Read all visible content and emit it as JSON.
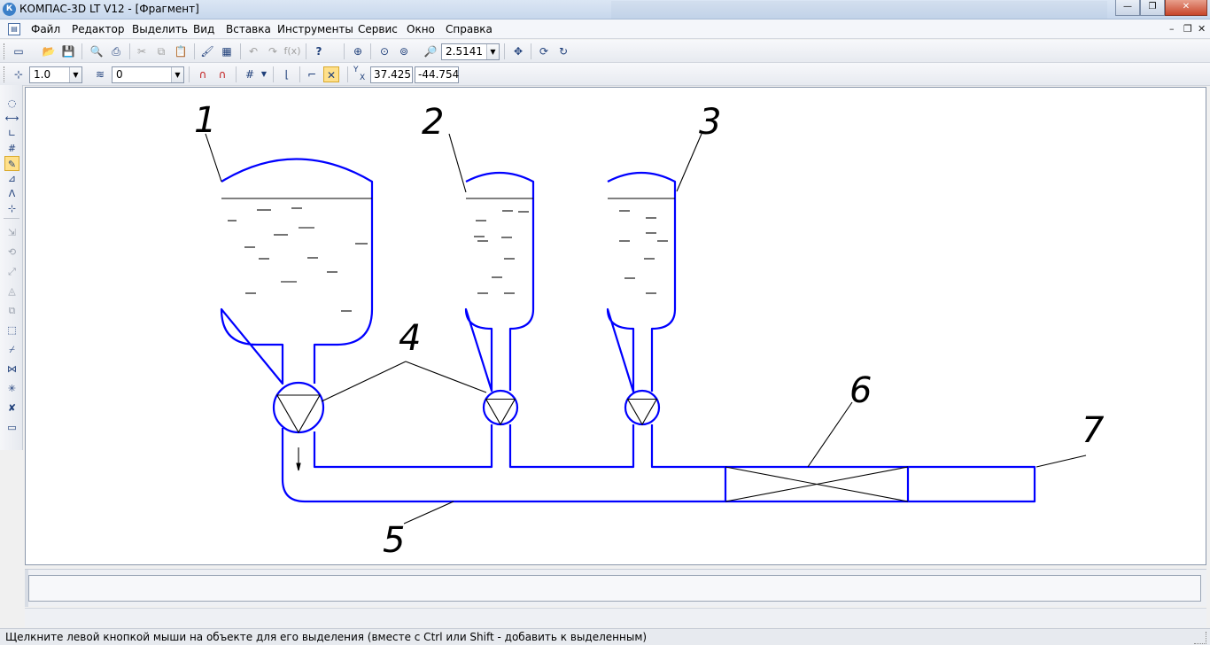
{
  "window": {
    "title": "КОМПАС-3D LT V12 - [Фрагмент]",
    "app_icon_glyph": "К",
    "minimize_glyph": "—",
    "restore_glyph": "❐",
    "close_glyph": "✕",
    "mdi_minimize_glyph": "–",
    "mdi_restore_glyph": "❐",
    "mdi_close_glyph": "✕"
  },
  "menu": {
    "doc_icon_glyph": "▤",
    "items": [
      "Файл",
      "Редактор",
      "Выделить",
      "Вид",
      "Вставка",
      "Инструменты",
      "Сервис",
      "Окно",
      "Справка"
    ]
  },
  "toolbar_standard": {
    "icons": [
      {
        "name": "new-document-icon",
        "glyph": "▭"
      },
      {
        "name": "open-icon",
        "glyph": "📂"
      },
      {
        "name": "save-icon",
        "glyph": "💾"
      },
      {
        "name": "print-preview-icon",
        "glyph": "🔍"
      },
      {
        "name": "print-icon",
        "glyph": "⎙"
      },
      {
        "name": "cut-icon",
        "glyph": "✂"
      },
      {
        "name": "copy-icon",
        "glyph": "⧉"
      },
      {
        "name": "paste-icon",
        "glyph": "📋"
      },
      {
        "name": "format-painter-icon",
        "glyph": "🖌"
      },
      {
        "name": "properties-icon",
        "glyph": "▦"
      },
      {
        "name": "undo-icon",
        "glyph": "↶"
      },
      {
        "name": "redo-icon",
        "glyph": "↷"
      },
      {
        "name": "formula-icon",
        "glyph": "f(x)"
      },
      {
        "name": "help-pointer-icon",
        "glyph": "?"
      },
      {
        "name": "zoom-window-icon",
        "glyph": "⊕"
      },
      {
        "name": "zoom-all-icon",
        "glyph": "⊙"
      },
      {
        "name": "zoom-fit-icon",
        "glyph": "⊚"
      },
      {
        "name": "zoom-in-icon",
        "glyph": "🔎"
      },
      {
        "name": "pan-icon",
        "glyph": "✥"
      },
      {
        "name": "refresh-icon",
        "glyph": "⟳"
      },
      {
        "name": "regenerate-icon",
        "glyph": "↻"
      }
    ],
    "zoom_value": "2.5141"
  },
  "toolbar_current_state": {
    "step_value": "1.0",
    "layer_value": "0",
    "coord_x": "37.425",
    "coord_y": "-44.754",
    "coord_label_y": "Y",
    "coord_label_x": "X"
  },
  "palette": {
    "icons": [
      {
        "name": "geometry-icon",
        "glyph": "◌",
        "state": "normal"
      },
      {
        "name": "dimensions-icon",
        "glyph": "⟷",
        "state": "normal"
      },
      {
        "name": "designations-icon",
        "glyph": "∟",
        "state": "normal"
      },
      {
        "name": "hatch-grid-icon",
        "glyph": "#",
        "state": "normal"
      },
      {
        "name": "edit-icon",
        "glyph": "✎",
        "state": "active"
      },
      {
        "name": "parametrization-icon",
        "glyph": "⊿",
        "state": "normal"
      },
      {
        "name": "measure-icon",
        "glyph": "Ʌ",
        "state": "normal"
      },
      {
        "name": "select-icon",
        "glyph": "⊹",
        "state": "normal"
      },
      {
        "name": "move-icon",
        "glyph": "⇲",
        "state": "dim"
      },
      {
        "name": "rotate-icon",
        "glyph": "⟲",
        "state": "dim"
      },
      {
        "name": "scale-icon",
        "glyph": "⤢",
        "state": "dim"
      },
      {
        "name": "symmetry-icon",
        "glyph": "◬",
        "state": "dim"
      },
      {
        "name": "copy-objects-icon",
        "glyph": "⧉",
        "state": "dim"
      },
      {
        "name": "deform-icon",
        "glyph": "⬚",
        "state": "normal"
      },
      {
        "name": "trim-icon",
        "glyph": "⌿",
        "state": "normal"
      },
      {
        "name": "break-icon",
        "glyph": "⋈",
        "state": "normal"
      },
      {
        "name": "split-icon",
        "glyph": "✳",
        "state": "normal"
      },
      {
        "name": "delete-icon",
        "glyph": "✘",
        "state": "normal"
      },
      {
        "name": "insert-icon",
        "glyph": "▭",
        "state": "normal"
      }
    ]
  },
  "drawing": {
    "labels": [
      "1",
      "2",
      "3",
      "4",
      "5",
      "6",
      "7"
    ],
    "line_color": "#0000ff",
    "thin_line_color": "#000000"
  },
  "status": {
    "text": "Щелкните левой кнопкой мыши на объекте для его выделения (вместе с Ctrl или Shift - добавить к выделенным)"
  }
}
